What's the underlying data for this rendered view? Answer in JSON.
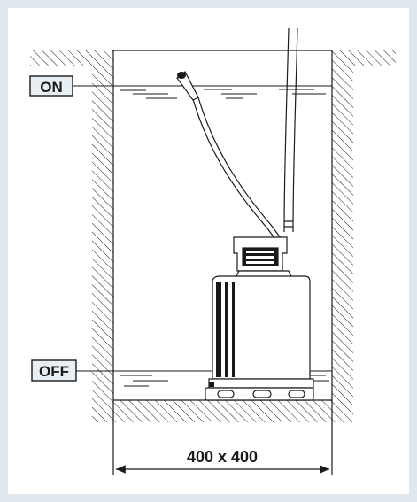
{
  "labels": {
    "on": "ON",
    "off": "OFF",
    "dimension": "400 x 400"
  },
  "colors": {
    "frame": "#dfe6ec",
    "line": "#1a1a1a",
    "label_box": "#e9eef2"
  },
  "icons": {
    "pump": "submersible-pump",
    "float_switch": "float-switch"
  }
}
